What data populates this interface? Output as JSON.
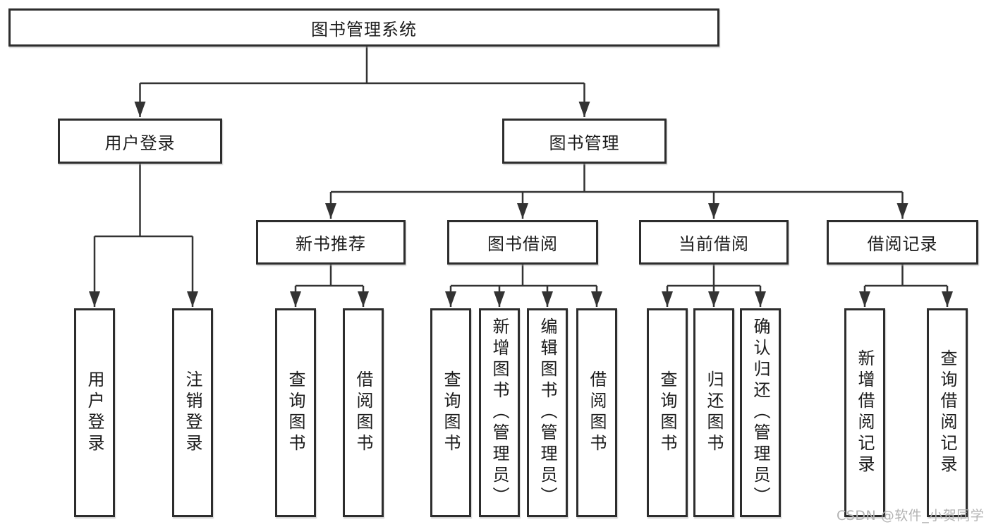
{
  "diagram": {
    "title": "图书管理系统",
    "level2": {
      "user_login": "用户登录",
      "book_mgmt": "图书管理"
    },
    "level3": {
      "new_book_rec": "新书推荐",
      "book_borrow": "图书借阅",
      "current_borrow": "当前借阅",
      "borrow_record": "借阅记录"
    },
    "leaves": {
      "user_login": "用户登录",
      "logout": "注销登录",
      "nbr_query": "查询图书",
      "nbr_borrow": "借阅图书",
      "bb_query": "查询图书",
      "bb_add": "新增图书（管理员）",
      "bb_edit": "编辑图书（管理员）",
      "bb_borrow": "借阅图书",
      "cb_query": "查询图书",
      "cb_return": "归还图书",
      "cb_confirm": "确认归还（管理员）",
      "br_add": "新增借阅记录",
      "br_query": "查询借阅记录"
    }
  },
  "watermark": "CSDN @软件_小贺同学",
  "colors": {
    "line": "#333333",
    "box_border": "#2d2d2d",
    "text": "#1c1c1c",
    "watermark": "#b3b3b3",
    "background": "#ffffff"
  }
}
